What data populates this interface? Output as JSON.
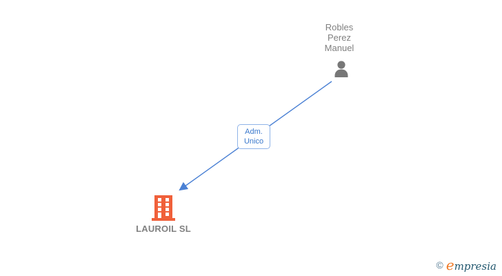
{
  "nodes": {
    "person": {
      "name": "Robles Perez Manuel",
      "name_lines": [
        "Robles",
        "Perez",
        "Manuel"
      ],
      "icon": "person-icon"
    },
    "company": {
      "name": "LAUROIL SL",
      "icon": "building-icon"
    }
  },
  "edge": {
    "label": "Adm. Unico",
    "label_lines": [
      "Adm.",
      "Unico"
    ],
    "direction": "person-to-company"
  },
  "footer": {
    "copyright_symbol": "©",
    "brand_initial": "e",
    "brand_rest": "mpresia"
  },
  "colors": {
    "background": "#FFFFFF",
    "edge-blue": "#4A80D4",
    "edge-label-text": "#3A78CC",
    "edge-label-border": "#8FB3E8",
    "node-text-gray": "#808080",
    "person-gray": "#777777",
    "building-orange": "#F0603A",
    "logo-copyright": "#5B7F96",
    "logo-orange": "#F07B28",
    "logo-teal": "#23586F"
  }
}
